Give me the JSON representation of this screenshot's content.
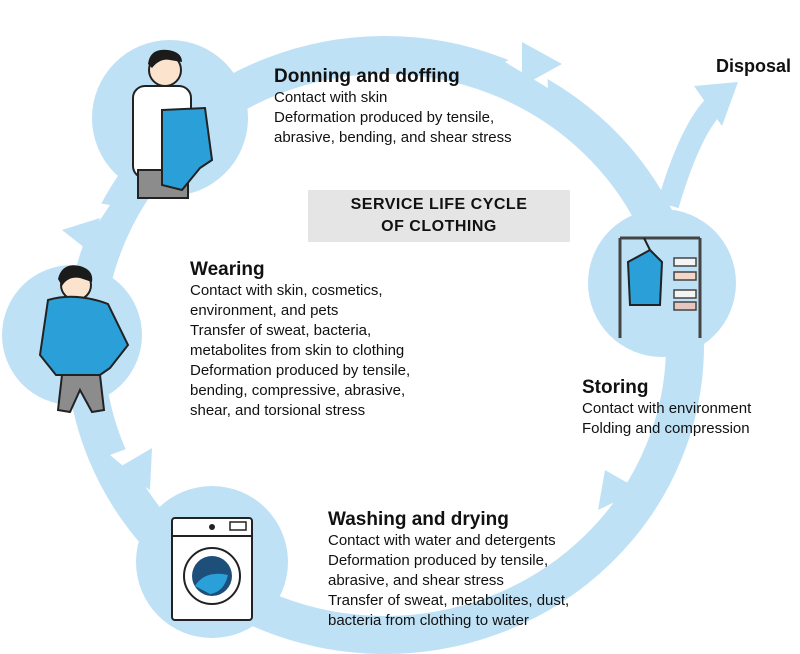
{
  "center": {
    "line1": "SERVICE LIFE CYCLE",
    "line2": "OF CLOTHING"
  },
  "disposal": "Disposal",
  "stages": {
    "donning": {
      "title": "Donning and doffing",
      "lines": [
        "Contact with skin",
        "Deformation produced by tensile,",
        "abrasive, bending, and shear stress"
      ]
    },
    "wearing": {
      "title": "Wearing",
      "lines": [
        "Contact with skin, cosmetics,",
        "environment, and pets",
        "Transfer of sweat, bacteria,",
        "metabolites from skin to clothing",
        "Deformation produced by tensile,",
        "bending, compressive, abrasive,",
        "shear, and torsional stress"
      ]
    },
    "washing": {
      "title": "Washing and drying",
      "lines": [
        "Contact with water and detergents",
        "Deformation produced by tensile,",
        "abrasive, and shear stress",
        "Transfer of sweat, metabolites, dust,",
        "bacteria from clothing to water"
      ]
    },
    "storing": {
      "title": "Storing",
      "lines": [
        "Contact with environment",
        "Folding and compression"
      ]
    }
  },
  "colors": {
    "arrow": "#bfe1f5",
    "circle": "#bfe1f5",
    "garment": "#2a9fd8",
    "box": "#e5e5e5"
  },
  "icons": [
    "person-donning-jacket-icon",
    "person-wearing-jacket-icon",
    "washing-machine-icon",
    "clothes-rack-icon"
  ]
}
